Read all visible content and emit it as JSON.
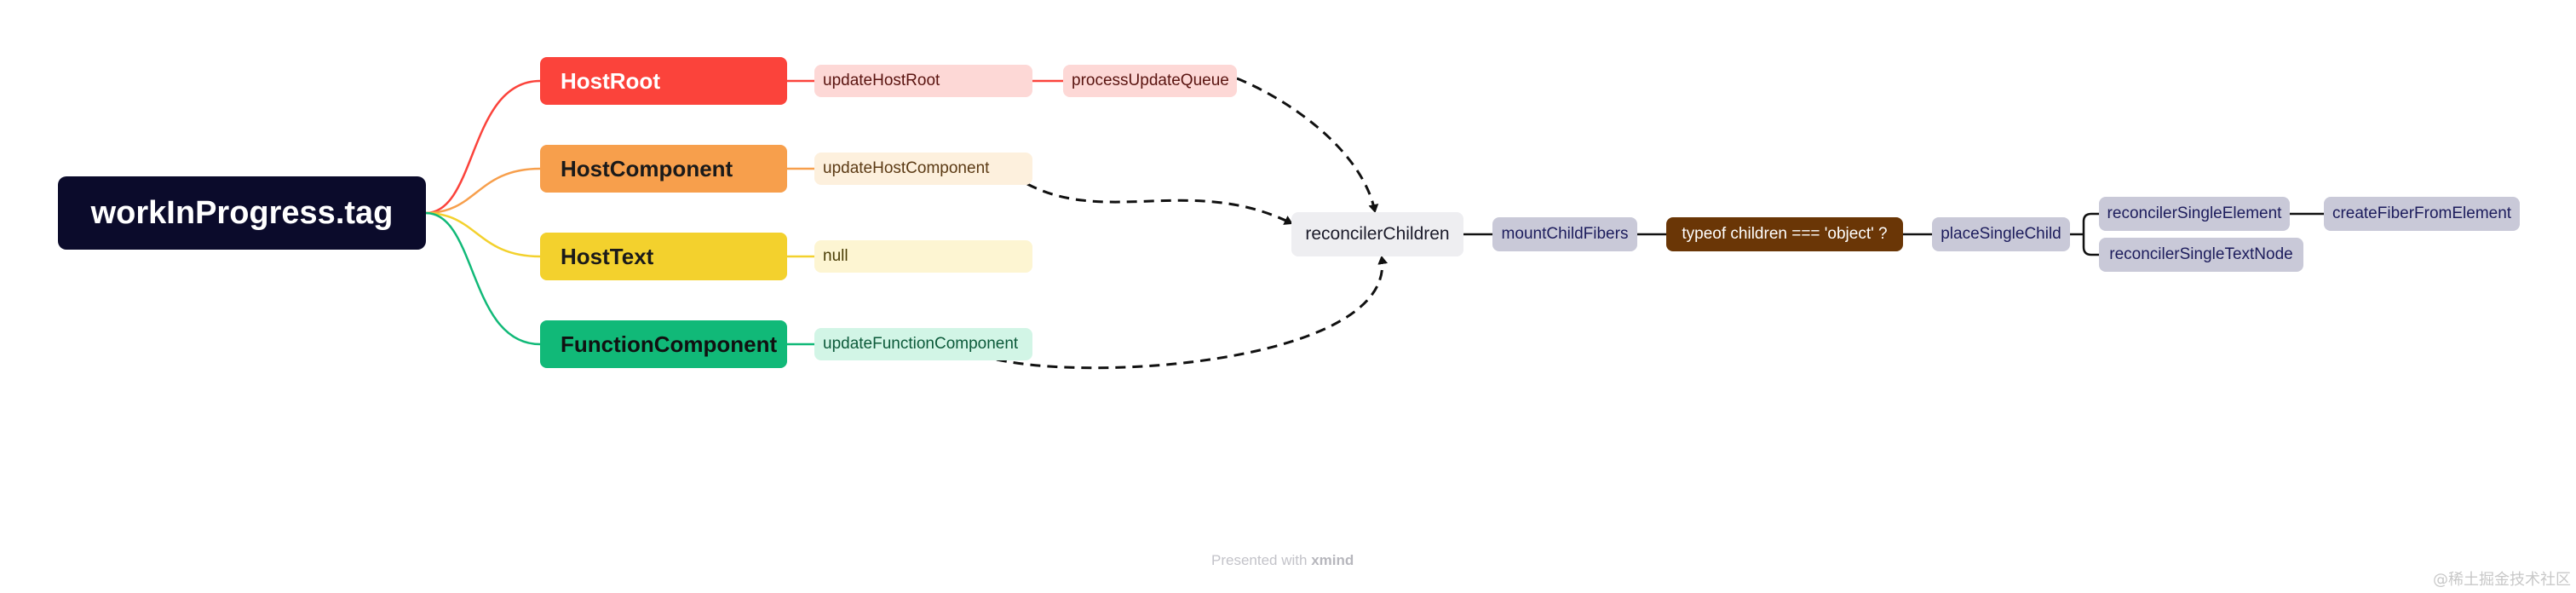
{
  "root": {
    "label": "workInProgress.tag"
  },
  "branches": [
    {
      "label": "HostRoot",
      "color": "#fb433b"
    },
    {
      "label": "HostComponent",
      "color": "#f79f4c"
    },
    {
      "label": "HostText",
      "color": "#f3d12d"
    },
    {
      "label": "FunctionComponent",
      "color": "#11b978"
    }
  ],
  "leaves": {
    "update_host_root": "updateHostRoot",
    "process_update_queue": "processUpdateQueue",
    "update_host_component": "updateHostComponent",
    "null": "null",
    "update_function_component": "updateFunctionComponent"
  },
  "flow": {
    "reconciler_children": "reconcilerChildren",
    "mount_child_fibers": "mountChildFibers",
    "typeof_check": "typeof children === 'object' ?",
    "place_single_child": "placeSingleChild",
    "reconciler_single_element": "reconcilerSingleElement",
    "reconciler_single_text_node": "reconcilerSingleTextNode",
    "create_fiber_from_element": "createFiberFromElement"
  },
  "footer": {
    "prefix": "Presented with",
    "brand": "xmind"
  },
  "watermark": "@稀土掘金技术社区"
}
